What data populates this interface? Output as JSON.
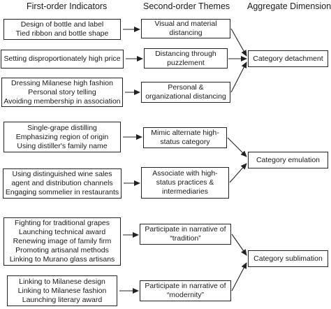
{
  "headers": {
    "first_order": "First-order Indicators",
    "second_order": "Second-order Themes",
    "aggregate": "Aggregate Dimensions"
  },
  "indicators": [
    {
      "lines": [
        "Design of bottle and label",
        "Tied ribbon and bottle shape"
      ]
    },
    {
      "lines": [
        "Setting disproportionately high price"
      ]
    },
    {
      "lines": [
        "Dressing Milanese high fashion",
        "Personal story telling",
        "Avoiding membership in association"
      ]
    },
    {
      "lines": [
        "Single-grape distilling",
        "Emphasizing region of origin",
        "Using distiller's family name"
      ]
    },
    {
      "lines": [
        "Using distinguished wine sales",
        "agent and distribution channels",
        "Engaging sommelier in restaurants"
      ]
    },
    {
      "lines": [
        "Fighting for traditional grapes",
        "Launching technical award",
        "Renewing image of family firm",
        "Promoting artisanal methods",
        "Linking to Murano glass artisans"
      ]
    },
    {
      "lines": [
        "Linking to Milanese design",
        "Linking to Milanese fashion",
        "Launching literary award"
      ]
    }
  ],
  "themes": [
    {
      "lines": [
        "Visual and material",
        "distancing"
      ]
    },
    {
      "lines": [
        "Distancing through",
        "puzzlement"
      ]
    },
    {
      "lines": [
        "Personal &",
        "organizational distancing"
      ]
    },
    {
      "lines": [
        "Mimic alternate high-",
        "status category"
      ]
    },
    {
      "lines": [
        "Associate with high-",
        "status practices &",
        "intermediaries"
      ]
    },
    {
      "lines": [
        "Participate in narrative of",
        "“tradition”"
      ]
    },
    {
      "lines": [
        "Participate in narrative of",
        "“modernity”"
      ]
    }
  ],
  "dimensions": [
    {
      "lines": [
        "Category detachment"
      ]
    },
    {
      "lines": [
        "Category emulation"
      ]
    },
    {
      "lines": [
        "Category sublimation"
      ]
    }
  ]
}
